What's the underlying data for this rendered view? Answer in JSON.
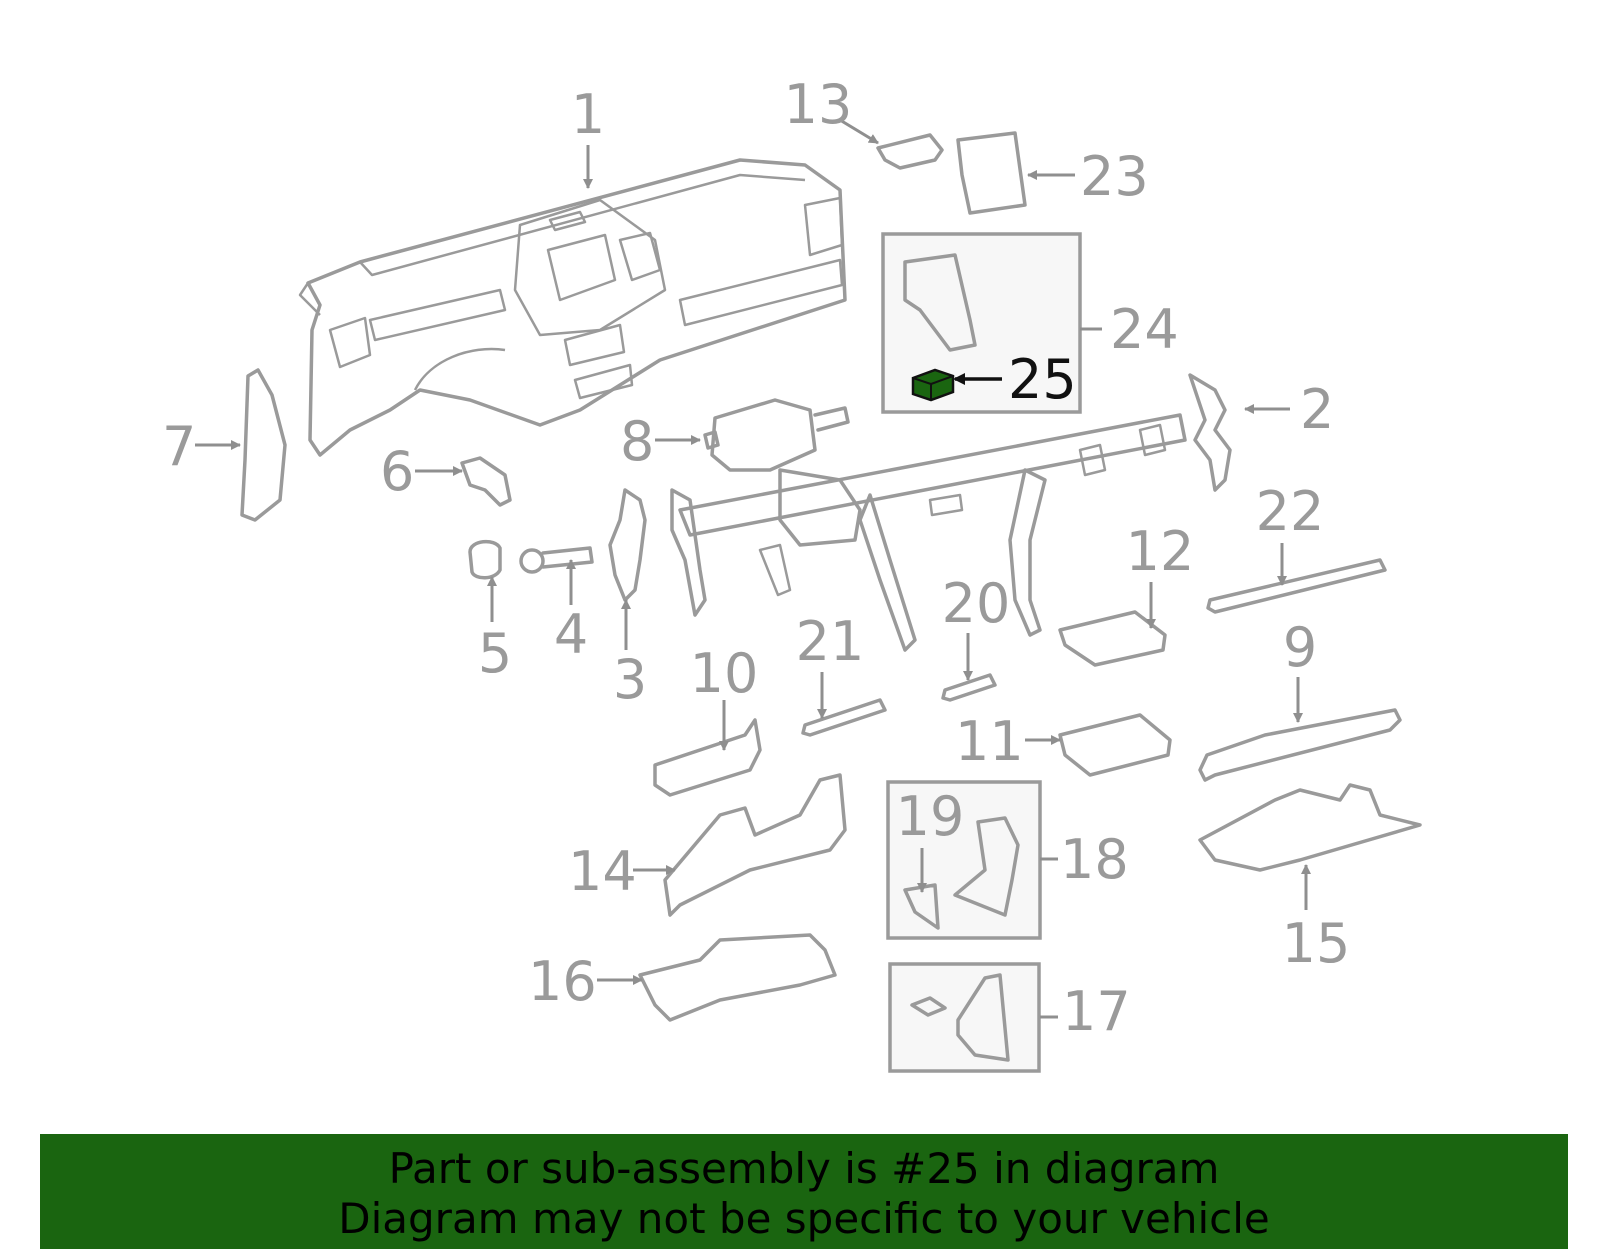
{
  "diagram": {
    "highlight_color": "#1a6510",
    "callouts": [
      {
        "id": "c1",
        "label": "1"
      },
      {
        "id": "c2",
        "label": "2"
      },
      {
        "id": "c3",
        "label": "3"
      },
      {
        "id": "c4",
        "label": "4"
      },
      {
        "id": "c5",
        "label": "5"
      },
      {
        "id": "c6",
        "label": "6"
      },
      {
        "id": "c7",
        "label": "7"
      },
      {
        "id": "c8",
        "label": "8"
      },
      {
        "id": "c9",
        "label": "9"
      },
      {
        "id": "c10",
        "label": "10"
      },
      {
        "id": "c11",
        "label": "11"
      },
      {
        "id": "c12",
        "label": "12"
      },
      {
        "id": "c13",
        "label": "13"
      },
      {
        "id": "c14",
        "label": "14"
      },
      {
        "id": "c15",
        "label": "15"
      },
      {
        "id": "c16",
        "label": "16"
      },
      {
        "id": "c17",
        "label": "17"
      },
      {
        "id": "c18",
        "label": "18"
      },
      {
        "id": "c19",
        "label": "19"
      },
      {
        "id": "c20",
        "label": "20"
      },
      {
        "id": "c21",
        "label": "21"
      },
      {
        "id": "c22",
        "label": "22"
      },
      {
        "id": "c23",
        "label": "23"
      },
      {
        "id": "c24",
        "label": "24"
      },
      {
        "id": "c25",
        "label": "25",
        "highlighted": true
      }
    ]
  },
  "banner": {
    "background": "#1a6510",
    "line1": "Part or sub-assembly is #25 in diagram",
    "line2": "Diagram may not be specific to your vehicle"
  }
}
